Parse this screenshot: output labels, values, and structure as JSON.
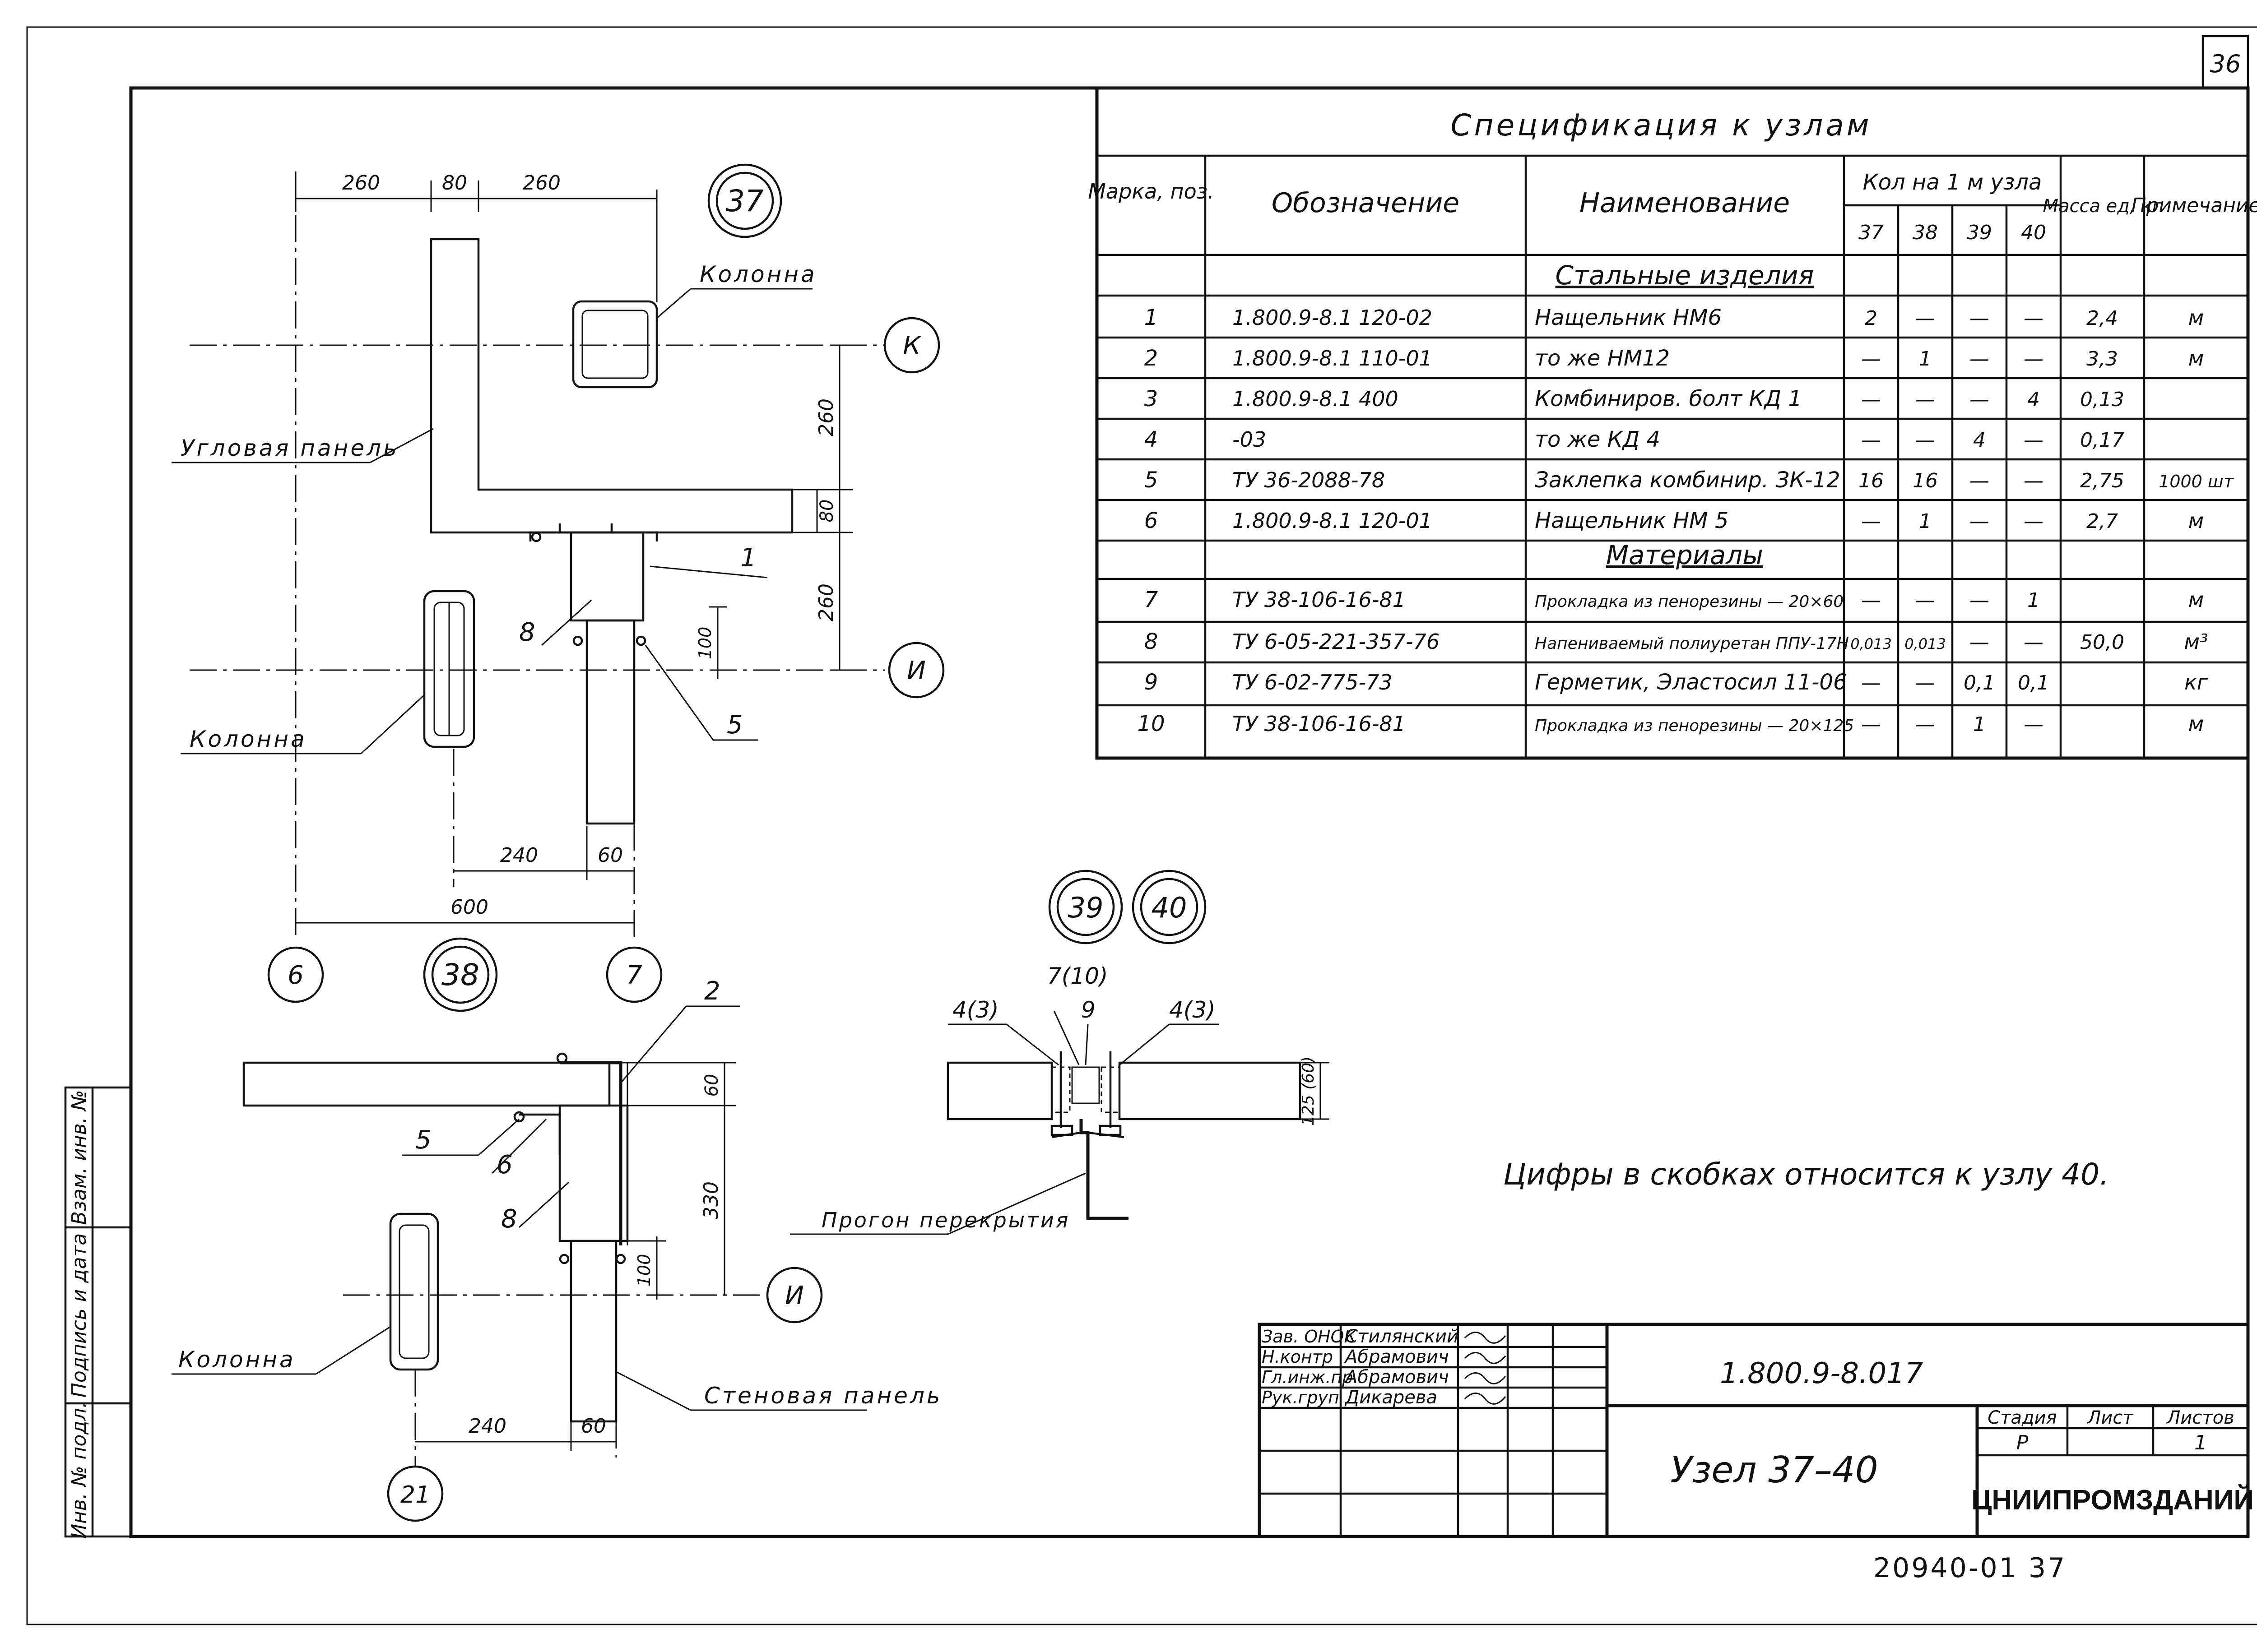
{
  "sheet_number": "36",
  "spec": {
    "title": "Спецификация к узлам",
    "headers": {
      "mark": "Марка, поз.",
      "designation": "Обозначение",
      "name": "Наименование",
      "qty_group": "Кол на 1 м узла",
      "qty_cols": [
        "37",
        "38",
        "39",
        "40"
      ],
      "mass": "Масса ед, кг",
      "note": "Примечание"
    },
    "section_steel": "Стальные изделия",
    "section_materials": "Материалы",
    "rows": [
      {
        "mark": "1",
        "designation": "1.800.9-8.1 120-02",
        "name": "Нащельник НМ6",
        "q37": "2",
        "q38": "—",
        "q39": "—",
        "q40": "—",
        "mass": "2,4",
        "note": "м"
      },
      {
        "mark": "2",
        "designation": "1.800.9-8.1 110-01",
        "name": "то же НМ12",
        "q37": "—",
        "q38": "1",
        "q39": "—",
        "q40": "—",
        "mass": "3,3",
        "note": "м"
      },
      {
        "mark": "3",
        "designation": "1.800.9-8.1 400",
        "name": "Комбиниров. болт КД 1",
        "q37": "—",
        "q38": "—",
        "q39": "—",
        "q40": "4",
        "mass": "0,13",
        "note": ""
      },
      {
        "mark": "4",
        "designation": "-03",
        "name": "то же КД 4",
        "q37": "—",
        "q38": "—",
        "q39": "4",
        "q40": "—",
        "mass": "0,17",
        "note": ""
      },
      {
        "mark": "5",
        "designation": "ТУ 36-2088-78",
        "name": "Заклепка комбинир. ЗК-12",
        "q37": "16",
        "q38": "16",
        "q39": "—",
        "q40": "—",
        "mass": "2,75",
        "note": "1000 шт"
      },
      {
        "mark": "6",
        "designation": "1.800.9-8.1 120-01",
        "name": "Нащельник НМ 5",
        "q37": "—",
        "q38": "1",
        "q39": "—",
        "q40": "—",
        "mass": "2,7",
        "note": "м"
      },
      {
        "mark": "7",
        "designation": "ТУ 38-106-16-81",
        "name": "Прокладка из пенорезины — 20×60",
        "q37": "—",
        "q38": "—",
        "q39": "—",
        "q40": "1",
        "mass": "",
        "note": "м"
      },
      {
        "mark": "8",
        "designation": "ТУ 6-05-221-357-76",
        "name": "Напениваемый полиуретан ППУ-17Н",
        "q37": "0,013",
        "q38": "0,013",
        "q39": "—",
        "q40": "—",
        "mass": "50,0",
        "note": "м³"
      },
      {
        "mark": "9",
        "designation": "ТУ 6-02-775-73",
        "name": "Герметик, Эластосил 11-06",
        "q37": "—",
        "q38": "—",
        "q39": "0,1",
        "q40": "0,1",
        "mass": "",
        "note": "кг"
      },
      {
        "mark": "10",
        "designation": "ТУ 38-106-16-81",
        "name": "Прокладка из пенорезины — 20×125",
        "q37": "—",
        "q38": "—",
        "q39": "1",
        "q40": "—",
        "mass": "",
        "note": "м"
      }
    ]
  },
  "node37": {
    "circle": "37",
    "dims_top": [
      "260",
      "80",
      "260"
    ],
    "dims_right": [
      "260",
      "80",
      "260",
      "100"
    ],
    "dims_bottom": [
      "240",
      "60",
      "600"
    ],
    "labels": {
      "column_top": "Колонна",
      "corner_panel": "Угловая панель",
      "column_left": "Колонна"
    },
    "callouts": [
      "1",
      "8",
      "5"
    ],
    "axes": [
      "К",
      "И",
      "6",
      "7"
    ]
  },
  "node38": {
    "circle": "38",
    "dims_right": [
      "60",
      "330",
      "100"
    ],
    "dims_bottom": [
      "240",
      "60"
    ],
    "labels": {
      "column": "Колонна",
      "wall_panel": "Стеновая панель"
    },
    "callouts": [
      "2",
      "5",
      "6",
      "8"
    ],
    "axes": [
      "И",
      "21"
    ]
  },
  "node39_40": {
    "circles": [
      "39",
      "40"
    ],
    "callouts": [
      "4(3)",
      "7(10)",
      "9",
      "4(3)"
    ],
    "dim": "125 (60)",
    "purlin": "Прогон перекрытия"
  },
  "note": "Цифры в скобках относится к узлу 40.",
  "title_block": {
    "roles": [
      "Зав. ОНОК",
      "Н.контр",
      "Гл.инж.пр",
      "Рук.груп"
    ],
    "names": [
      "Стилянский",
      "Абрамович",
      "Абрамович",
      "Дикарева"
    ],
    "code": "1.800.9-8.017",
    "title": "Узел 37–40",
    "stage_label": "Стадия",
    "sheet_label": "Лист",
    "sheets_label": "Листов",
    "stage": "Р",
    "sheets": "1",
    "org": "ЦНИИПРОМЗДАНИЙ"
  },
  "side_stamp": [
    "Инв. № подл.",
    "Подпись и дата",
    "Взам. инв. №"
  ],
  "archive_number": "20940-01 37"
}
